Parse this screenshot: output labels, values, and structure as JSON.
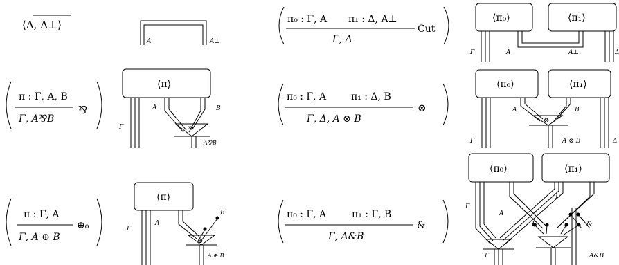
{
  "row1": {
    "axiom_term": "⟨A, A⊥⟩",
    "axiom_wire_left": "A",
    "axiom_wire_right": "A⊥",
    "cut_premise_left": "π₀ : Γ, A",
    "cut_premise_right": "π₁ : Δ, A⊥",
    "cut_conclusion": "Γ, Δ",
    "cut_rule": "Cut",
    "cut_box_left": "⟨π₀⟩",
    "cut_box_right": "⟨π₁⟩",
    "cut_wire_gamma": "Γ",
    "cut_wire_a": "A",
    "cut_wire_aperp": "A⊥",
    "cut_wire_delta": "Δ"
  },
  "row2": {
    "par_premise": "π : Γ, A, B",
    "par_conclusion": "Γ, A⅋B",
    "par_rule": "⅋",
    "par_box": "⟨π⟩",
    "par_wire_gamma": "Γ",
    "par_wire_a": "A",
    "par_wire_b": "B",
    "par_wire_out": "A⅋B",
    "par_link": "⅋",
    "tensor_premise_left": "π₀ : Γ, A",
    "tensor_premise_right": "π₁ : Δ, B",
    "tensor_conclusion": "Γ, Δ, A ⊗ B",
    "tensor_rule": "⊗",
    "tensor_box_left": "⟨π₀⟩",
    "tensor_box_right": "⟨π₁⟩",
    "tensor_wire_a": "A",
    "tensor_wire_b": "B",
    "tensor_wire_gamma": "Γ",
    "tensor_wire_out": "A ⊗ B",
    "tensor_wire_delta": "Δ",
    "tensor_link": "⊗"
  },
  "row3": {
    "plus_premise": "π : Γ, A",
    "plus_conclusion": "Γ, A ⊕ B",
    "plus_rule": "⊕₀",
    "plus_box": "⟨π⟩",
    "plus_wire_gamma": "Γ",
    "plus_wire_a": "A",
    "plus_wire_b": "B",
    "plus_wire_out": "A ⊕ B",
    "plus_link": "⊕",
    "with_premise_left": "π₀ : Γ, A",
    "with_premise_right": "π₁ : Γ, B",
    "with_conclusion": "Γ, A&B",
    "with_rule": "&",
    "with_box_left": "⟨π₀⟩",
    "with_box_right": "⟨π₁⟩",
    "with_wire_gamma_top": "Γ",
    "with_wire_gamma_left": "Γ",
    "with_wire_a": "A",
    "with_wire_gamma_bottom": "Γ",
    "with_wire_out": "A&B",
    "with_link_left": "&",
    "with_link_right": "&"
  }
}
